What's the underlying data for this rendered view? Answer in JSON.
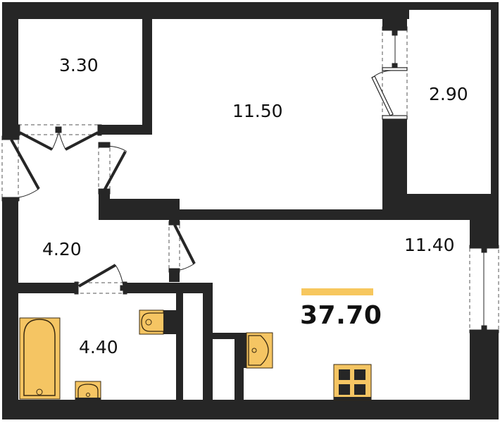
{
  "plan": {
    "total_area": "37.70",
    "colors": {
      "wall": "#262626",
      "fixture_fill": "#F5C563",
      "fixture_stroke": "#3a2a10",
      "accent_bar": "#F7C75E",
      "background": "#FFFFFF"
    },
    "rooms": [
      {
        "id": "storage",
        "area": "3.30"
      },
      {
        "id": "bedroom",
        "area": "11.50"
      },
      {
        "id": "balcony",
        "area": "2.90"
      },
      {
        "id": "hallway",
        "area": "4.20"
      },
      {
        "id": "kitchen-living",
        "area": "11.40"
      },
      {
        "id": "bathroom",
        "area": "4.40"
      }
    ],
    "fixtures": [
      "bathtub-icon",
      "sink-icon",
      "toilet-icon",
      "kitchen-sink-icon",
      "stove-icon"
    ]
  }
}
